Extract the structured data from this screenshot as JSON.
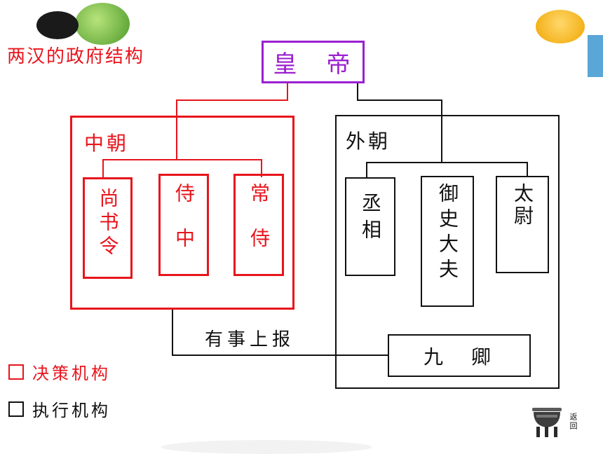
{
  "title": "两汉的政府结构",
  "emperor": "皇　帝",
  "inner_court": {
    "label": "中朝",
    "offices": [
      "尚书令",
      "侍中",
      "常侍"
    ]
  },
  "outer_court": {
    "label": "外朝",
    "offices": [
      "丞相",
      "御史大夫",
      "太尉"
    ],
    "nine_ministers": "九　卿"
  },
  "report_label": "有事上报",
  "legend": [
    {
      "label": "决策机构",
      "color": "#e8141c"
    },
    {
      "label": "执行机构",
      "color": "#111111"
    }
  ],
  "return_button": {
    "label": "返回",
    "icon": "ding-vessel-icon"
  },
  "colors": {
    "decision": "#e8141c",
    "execution": "#111111",
    "emperor": "#9a1fd0"
  }
}
